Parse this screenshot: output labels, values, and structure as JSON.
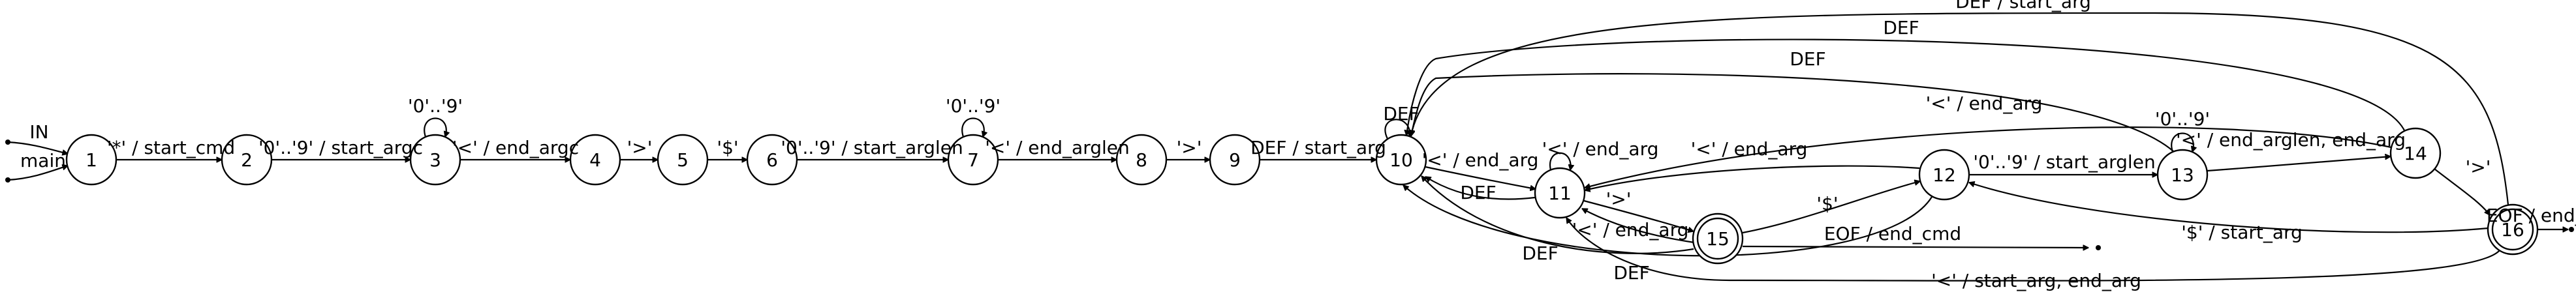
{
  "states": [
    {
      "id": "1",
      "label": "1",
      "accepting": false
    },
    {
      "id": "2",
      "label": "2",
      "accepting": false
    },
    {
      "id": "3",
      "label": "3",
      "accepting": false
    },
    {
      "id": "4",
      "label": "4",
      "accepting": false
    },
    {
      "id": "5",
      "label": "5",
      "accepting": false
    },
    {
      "id": "6",
      "label": "6",
      "accepting": false
    },
    {
      "id": "7",
      "label": "7",
      "accepting": false
    },
    {
      "id": "8",
      "label": "8",
      "accepting": false
    },
    {
      "id": "9",
      "label": "9",
      "accepting": false
    },
    {
      "id": "10",
      "label": "10",
      "accepting": false
    },
    {
      "id": "11",
      "label": "11",
      "accepting": false
    },
    {
      "id": "12",
      "label": "12",
      "accepting": false
    },
    {
      "id": "13",
      "label": "13",
      "accepting": false
    },
    {
      "id": "14",
      "label": "14",
      "accepting": false
    },
    {
      "id": "15",
      "label": "15",
      "accepting": true
    },
    {
      "id": "16",
      "label": "16",
      "accepting": true
    }
  ],
  "transitions": [
    {
      "id": "in_1",
      "from": "start-in",
      "to": "1",
      "label": "IN"
    },
    {
      "id": "main_1",
      "from": "start-main",
      "to": "1",
      "label": "main"
    },
    {
      "id": "e1_2",
      "from": "1",
      "to": "2",
      "label": "'*' / start_cmd"
    },
    {
      "id": "e2_3",
      "from": "2",
      "to": "3",
      "label": "'0'..'9' / start_argc"
    },
    {
      "id": "e3_3",
      "from": "3",
      "to": "3",
      "label": "'0'..'9'"
    },
    {
      "id": "e3_4",
      "from": "3",
      "to": "4",
      "label": "'<' / end_argc"
    },
    {
      "id": "e4_5",
      "from": "4",
      "to": "5",
      "label": "'>'"
    },
    {
      "id": "e5_6",
      "from": "5",
      "to": "6",
      "label": "'$'"
    },
    {
      "id": "e6_7",
      "from": "6",
      "to": "7",
      "label": "'0'..'9' / start_arglen"
    },
    {
      "id": "e7_7",
      "from": "7",
      "to": "7",
      "label": "'0'..'9'"
    },
    {
      "id": "e7_8",
      "from": "7",
      "to": "8",
      "label": "'<' / end_arglen"
    },
    {
      "id": "e8_9",
      "from": "8",
      "to": "9",
      "label": "'>'"
    },
    {
      "id": "e9_10",
      "from": "9",
      "to": "10",
      "label": "DEF / start_arg"
    },
    {
      "id": "e10_10",
      "from": "10",
      "to": "10",
      "label": "DEF"
    },
    {
      "id": "e10_11",
      "from": "10",
      "to": "11",
      "label": "'<' / end_arg"
    },
    {
      "id": "e11_10",
      "from": "11",
      "to": "10",
      "label": "DEF"
    },
    {
      "id": "e11_11",
      "from": "11",
      "to": "11",
      "label": "'<' / end_arg"
    },
    {
      "id": "e11_15",
      "from": "11",
      "to": "15",
      "label": "'>'"
    },
    {
      "id": "e15_11",
      "from": "15",
      "to": "11",
      "label": "'<' / end_arg"
    },
    {
      "id": "e15_10",
      "from": "15",
      "to": "10",
      "label": "DEF"
    },
    {
      "id": "e15_12",
      "from": "15",
      "to": "12",
      "label": "'$'"
    },
    {
      "id": "e15_end",
      "from": "15",
      "to": "end-15",
      "label": "EOF / end_cmd"
    },
    {
      "id": "e12_11",
      "from": "12",
      "to": "11",
      "label": "'<' / end_arg"
    },
    {
      "id": "e12_10",
      "from": "12",
      "to": "10",
      "label": "DEF"
    },
    {
      "id": "e12_13",
      "from": "12",
      "to": "13",
      "label": "'0'..'9' / start_arglen"
    },
    {
      "id": "e13_13",
      "from": "13",
      "to": "13",
      "label": "'0'..'9'"
    },
    {
      "id": "e13_14",
      "from": "13",
      "to": "14",
      "label": "'<' / end_arglen, end_arg"
    },
    {
      "id": "e13_10",
      "from": "13",
      "to": "10",
      "label": "DEF"
    },
    {
      "id": "e14_11",
      "from": "14",
      "to": "11",
      "label": "'<' / end_arg"
    },
    {
      "id": "e14_10",
      "from": "14",
      "to": "10",
      "label": "DEF"
    },
    {
      "id": "e14_16",
      "from": "14",
      "to": "16",
      "label": "'>'"
    },
    {
      "id": "e16_10",
      "from": "16",
      "to": "10",
      "label": "DEF / start_arg"
    },
    {
      "id": "e16_12",
      "from": "16",
      "to": "12",
      "label": "'$' / start_arg"
    },
    {
      "id": "e16_11",
      "from": "16",
      "to": "11",
      "label": "'<' / start_arg, end_arg"
    },
    {
      "id": "e16_end",
      "from": "16",
      "to": "end-16",
      "label": "EOF / end_cmd"
    }
  ]
}
